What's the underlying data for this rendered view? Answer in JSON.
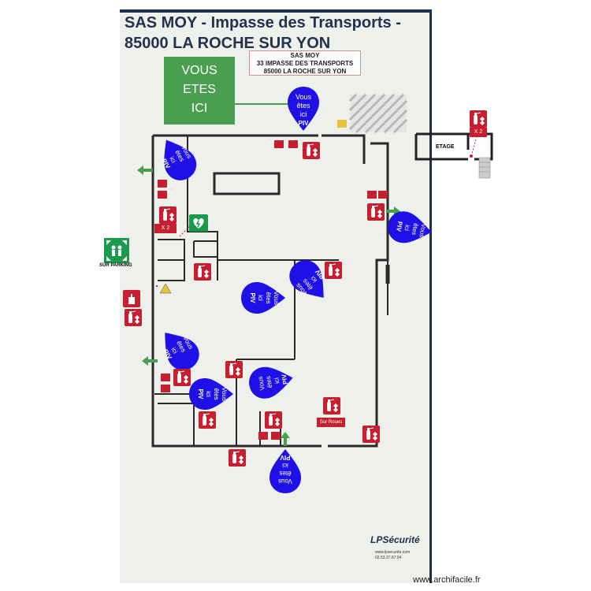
{
  "header": {
    "line1": "SAS MOY - Impasse des Transports -",
    "line2": "85000 LA ROCHE SUR YON"
  },
  "address_box": {
    "line1": "SAS MOY",
    "line2": "33 IMPASSE DES TRANSPORTS",
    "line3": "85000 LA ROCHE SUR YON"
  },
  "you_are_here_box": {
    "line1": "VOUS",
    "line2": "ETES",
    "line3": "ICI"
  },
  "markers": {
    "line1": "Vous",
    "line2": "êtes",
    "line3": "ici",
    "line4": "PIV"
  },
  "labels": {
    "x2_left": "X 2",
    "x2_right": "X 2",
    "etage": "ETAGE",
    "sur_parking": "SUR PARKING",
    "sur_roues": "Sur Roues"
  },
  "logo": {
    "brand": "LPSécurité",
    "sub1": "www.lpsecurite.com",
    "sub2": "02.53.37.67.94"
  },
  "footer": {
    "watermark": "www.archifacile.fr"
  },
  "colors": {
    "board": "#eef0ec",
    "header_text": "#23324e",
    "marker_blue": "#1f10e8",
    "extinguisher_red": "#c62030",
    "exit_green": "#4a9e4f",
    "assembly_green": "#1a9a4a"
  }
}
